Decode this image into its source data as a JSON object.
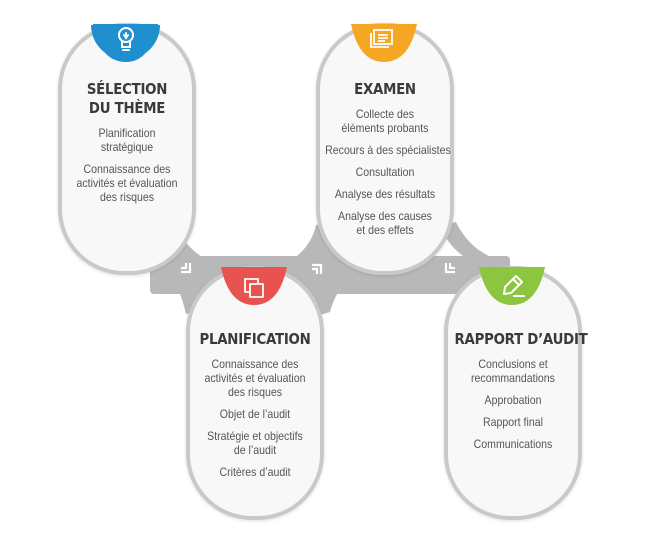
{
  "colors": {
    "connector": "#b8b8b8",
    "pill_border": "#c9c9c9",
    "pill_fill": "#f8f8f8",
    "arrow": "#ffffff"
  },
  "stages": [
    {
      "id": "selection",
      "title": [
        "SÉLECTION",
        "DU THÈME"
      ],
      "icon": "lightbulb-icon",
      "accent": "#1f8fcf",
      "items": [
        [
          "Planification",
          "stratégique"
        ],
        [
          "Connaissance des",
          "activités et évaluation",
          "des risques"
        ]
      ]
    },
    {
      "id": "planification",
      "title": [
        "PLANIFICATION"
      ],
      "icon": "copy-icon",
      "accent": "#e8524f",
      "items": [
        [
          "Connaissance des",
          "activités et évaluation",
          "des risques"
        ],
        [
          "Objet de l’audit"
        ],
        [
          "Stratégie et objectifs",
          "de l’audit"
        ],
        [
          "Critères d’audit"
        ]
      ]
    },
    {
      "id": "examen",
      "title": [
        "EXAMEN"
      ],
      "icon": "document-icon",
      "accent": "#f5a623",
      "items": [
        [
          "Collecte des",
          "éléments probants"
        ],
        [
          "Recours à des spécialistes"
        ],
        [
          "Consultation"
        ],
        [
          "Analyse des résultats"
        ],
        [
          "Analyse des causes",
          "et des effets"
        ]
      ]
    },
    {
      "id": "rapport",
      "title": [
        "RAPPORT D’AUDIT"
      ],
      "icon": "pencil-icon",
      "accent": "#8cc63f",
      "items": [
        [
          "Conclusions et",
          "recommandations"
        ],
        [
          "Approbation"
        ],
        [
          "Rapport final"
        ],
        [
          "Communications"
        ]
      ]
    }
  ]
}
